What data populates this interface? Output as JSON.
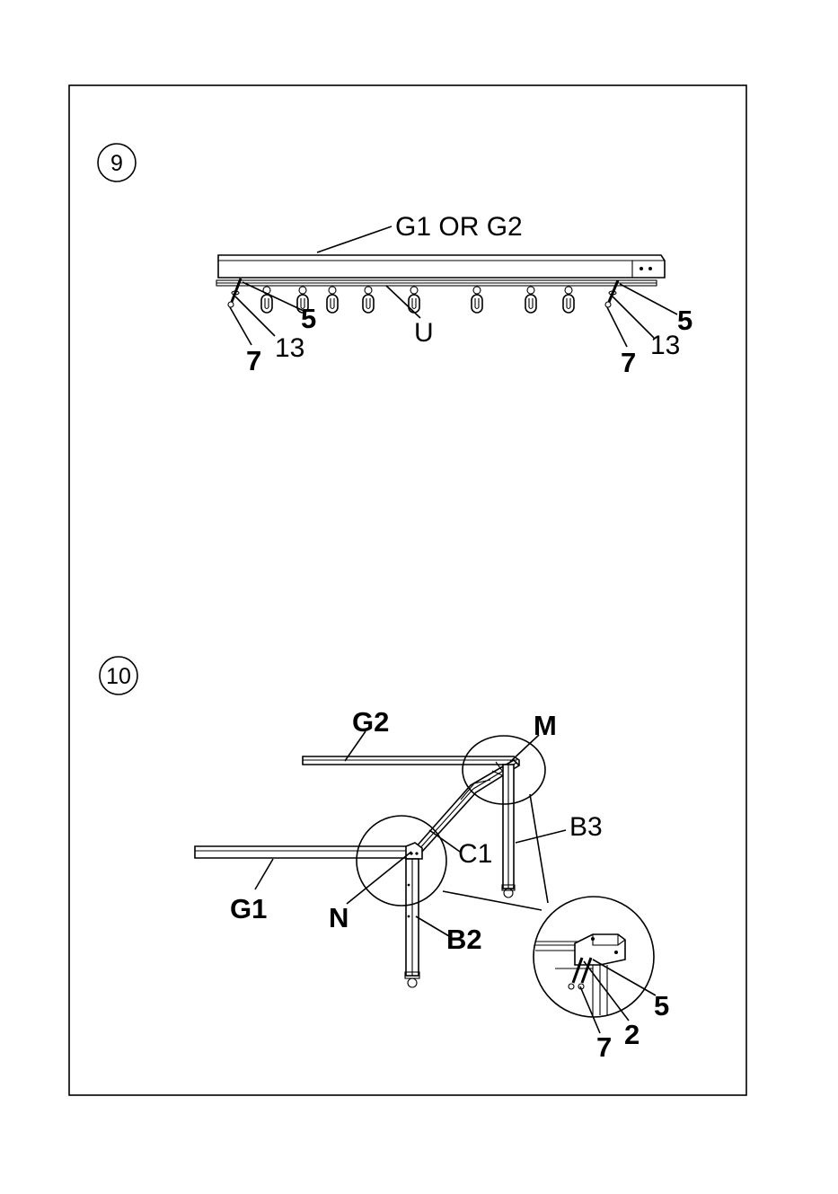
{
  "steps": [
    {
      "number": "9",
      "labels": {
        "rail": "G1 OR G2",
        "left_screw": "5",
        "left_washer": "13",
        "left_nut": "7",
        "track": "U",
        "right_screw": "5",
        "right_washer": "13",
        "right_nut": "7"
      }
    },
    {
      "number": "10",
      "labels": {
        "rail_back": "G2",
        "corner_back": "M",
        "leg_back": "B3",
        "brace": "C1",
        "rail_front": "G1",
        "corner_front": "N",
        "leg_front": "B2",
        "detail_screw": "5",
        "detail_washer": "2",
        "detail_nut": "7"
      }
    }
  ]
}
